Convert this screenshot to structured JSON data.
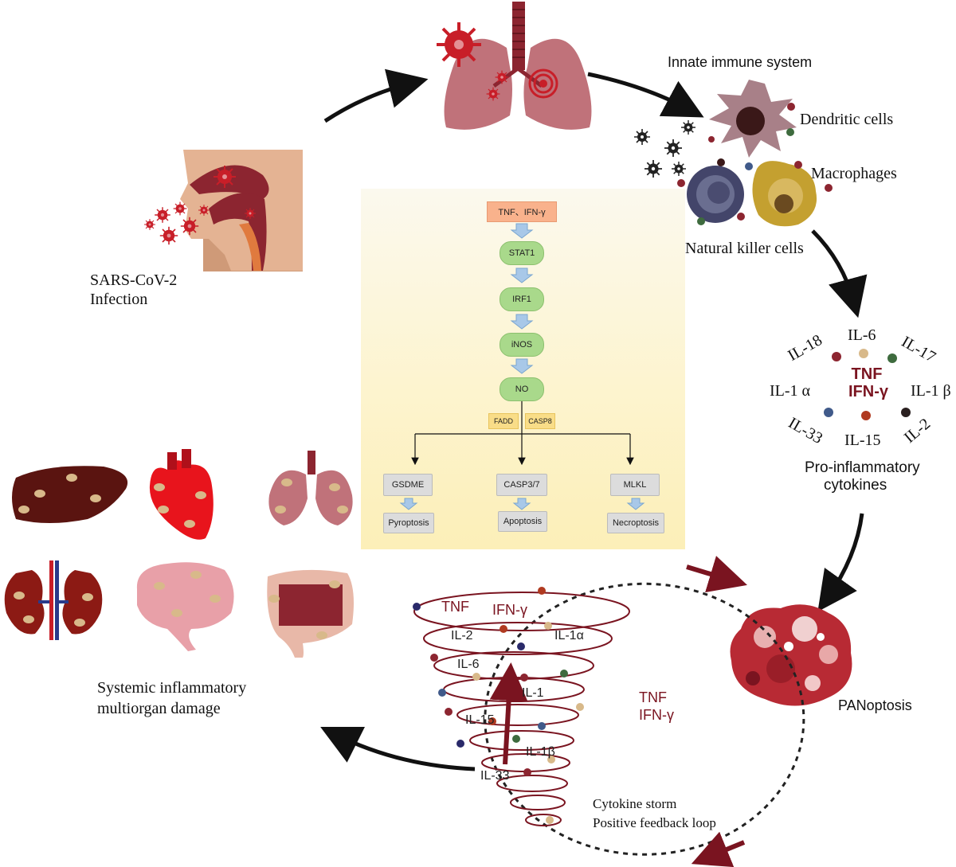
{
  "labels": {
    "infection": [
      "SARS-CoV-2",
      "Infection"
    ],
    "innate": "Innate immune system",
    "dendritic": "Dendritic cells",
    "macrophages": "Macrophages",
    "nk": "Natural killer cells",
    "proinflam": [
      "Pro-inflammatory",
      "cytokines"
    ],
    "panoptosis": "PANoptosis",
    "systemic": [
      "Systemic inflammatory",
      "multiorgan damage"
    ],
    "storm": [
      "Cytokine storm",
      "Positive feedback loop"
    ]
  },
  "pathway": {
    "top": "TNF、IFN-γ",
    "steps": [
      "STAT1",
      "IRF1",
      "iNOS",
      "NO"
    ],
    "adaptors": [
      "FADD",
      "CASP8"
    ],
    "effectors": [
      "GSDME",
      "CASP3/7",
      "MLKL"
    ],
    "outcomes": [
      "Pyroptosis",
      "Apoptosis",
      "Necroptosis"
    ]
  },
  "cytokines": {
    "il18": "IL-18",
    "il6": "IL-6",
    "il17": "IL-17",
    "il1a": "IL-1 α",
    "il1b": "IL-1 β",
    "il33": "IL-33",
    "il15": "IL-15",
    "il2": "IL-2",
    "tnf": "TNF",
    "ifn": "IFN-γ"
  },
  "tornado": {
    "tnf": "TNF",
    "ifn": "IFN-γ",
    "il2": "IL-2",
    "il1a": "IL-1α",
    "il6": "IL-6",
    "il1": "IL-1",
    "il15": "IL-15",
    "il1b": "IL-1β",
    "il33": "IL-33"
  },
  "loop_center": {
    "tnf": "TNF",
    "ifn": "IFN-γ"
  },
  "colors": {
    "accent": "#7a1420",
    "virus": "#c81e28",
    "lung": "#c0727a",
    "organ_tan": "#d8b98a"
  }
}
